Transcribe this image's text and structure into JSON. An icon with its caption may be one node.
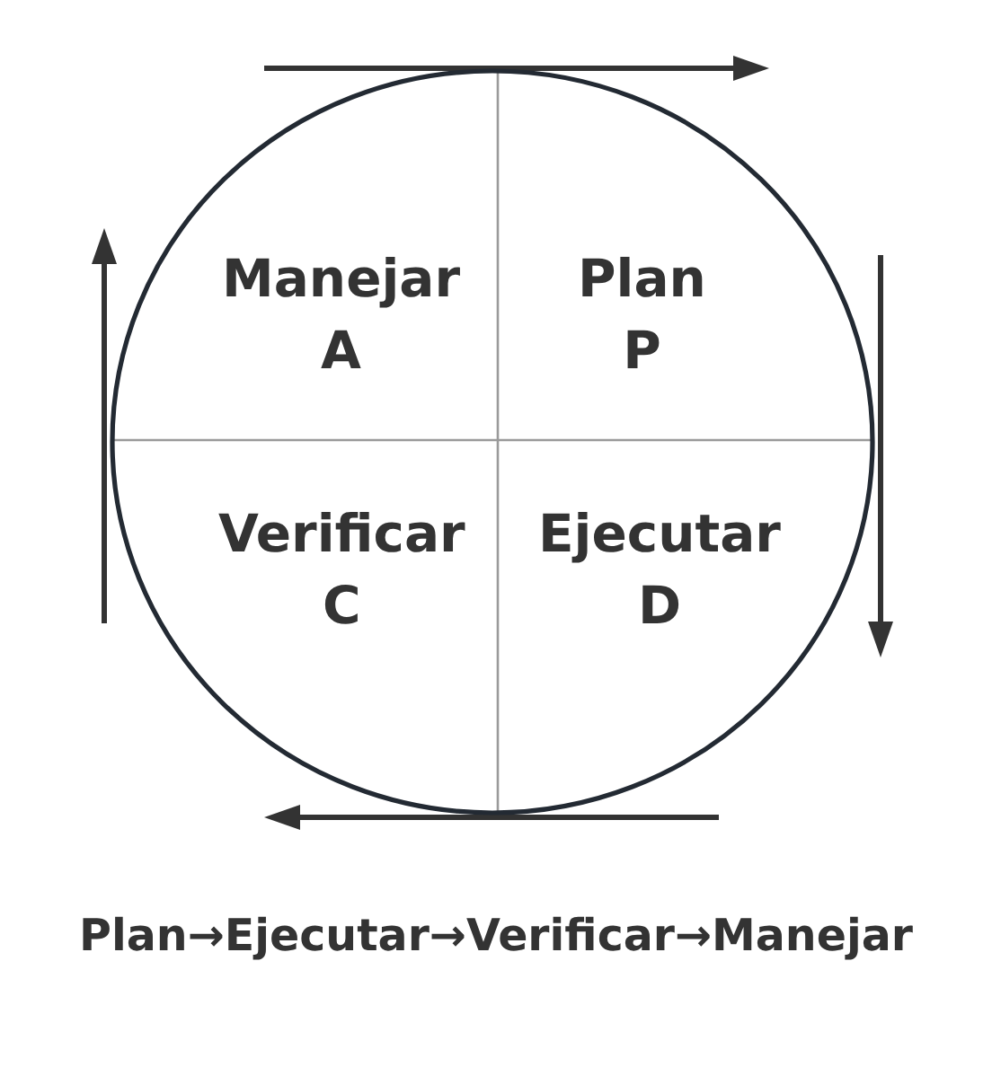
{
  "diagram": {
    "caption": "Plan→Ejecutar→Verificar→Manejar",
    "nodes": [
      {
        "text": [],
        "shape": "circle"
      },
      {
        "text": [
          "Manejar",
          "A"
        ],
        "in": 0
      },
      {
        "text": [
          "Plan",
          "P"
        ],
        "in": 0
      },
      {
        "text": [
          "Verificar",
          "C"
        ],
        "in": 0
      },
      {
        "text": [
          "Ejecutar",
          "D"
        ],
        "in": 0
      }
    ],
    "edges": []
  }
}
